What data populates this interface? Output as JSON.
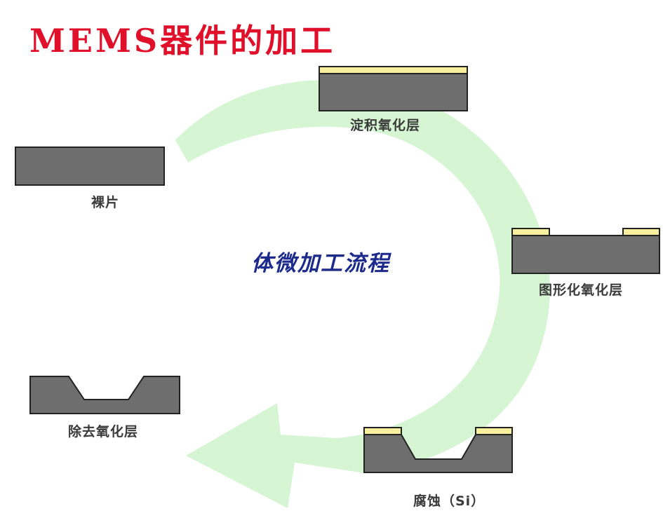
{
  "title": "MEMS器件的加工",
  "center_label": "体微加工流程",
  "steps": [
    {
      "label": "裸片"
    },
    {
      "label": "淀积氧化层"
    },
    {
      "label": "图形化氧化层"
    },
    {
      "label": "腐蚀（Si）"
    },
    {
      "label": "除去氧化层"
    }
  ],
  "colors": {
    "title": "#e0102a",
    "center_label": "#1c2a8c",
    "arrow": "#d6f5d3",
    "silicon": "#6e6e6e",
    "oxide": "#f7ee9e",
    "outline": "#222222"
  }
}
